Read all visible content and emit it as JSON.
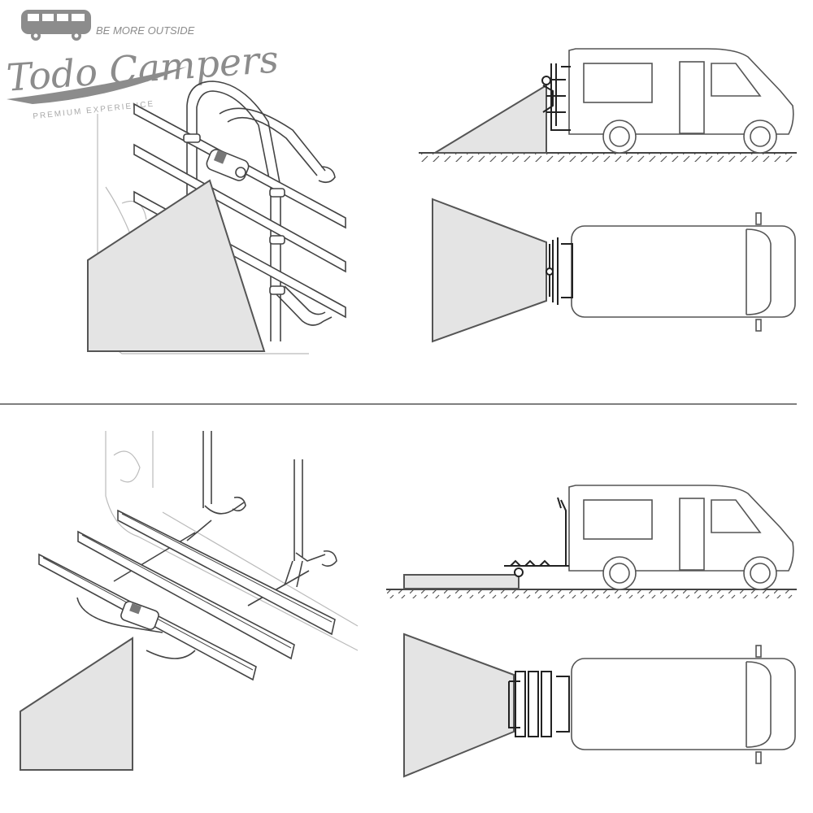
{
  "logo": {
    "tagline": "BE MORE OUTSIDE",
    "brand": "Todo Campers",
    "subtitle": "PREMIUM EXPERIENCE"
  },
  "colors": {
    "line": "#444444",
    "light_fill": "#e4e4e4",
    "logo_gray": "#8c8c8c",
    "divider": "#555555",
    "background": "#ffffff"
  },
  "panels": [
    {
      "position": "top-left",
      "content": "bike-rack-folded-closeup"
    },
    {
      "position": "top-right",
      "content": "van-side-and-top-view-rack-folded"
    },
    {
      "position": "bottom-left",
      "content": "bike-rack-unfolded-closeup"
    },
    {
      "position": "bottom-right",
      "content": "van-side-and-top-view-rack-unfolded"
    }
  ]
}
